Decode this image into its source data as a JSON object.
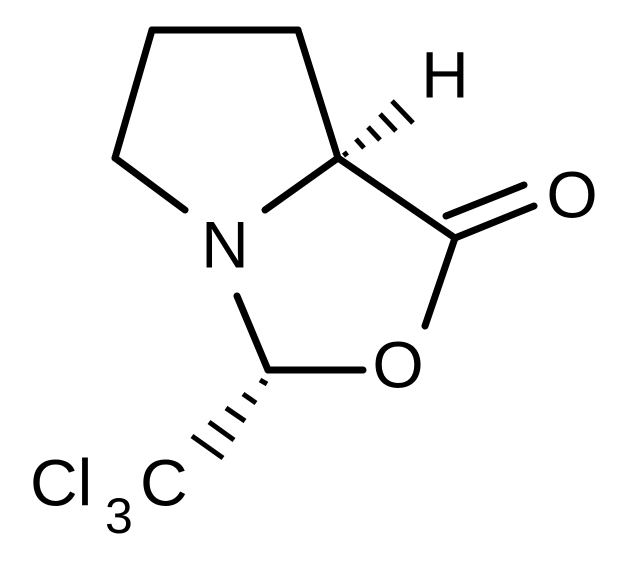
{
  "molecule": {
    "atoms": {
      "hydrogen": "H",
      "oxygen_carbonyl": "O",
      "nitrogen": "N",
      "oxygen_ring": "O",
      "trichloromethyl": {
        "part1": "Cl",
        "subscript": "3",
        "part2": "C"
      }
    }
  }
}
